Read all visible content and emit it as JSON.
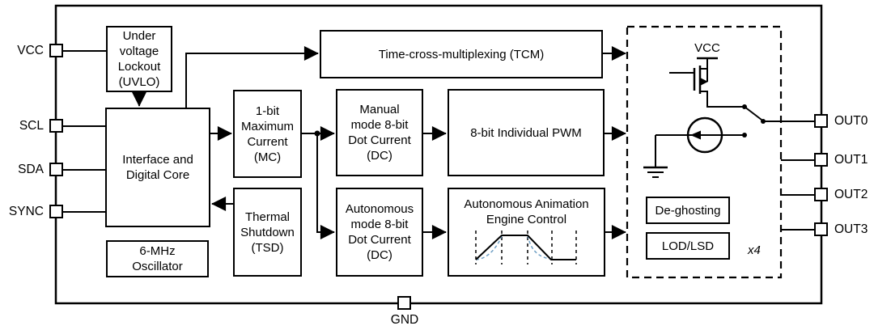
{
  "pins": {
    "left": [
      {
        "label": "VCC"
      },
      {
        "label": "SCL"
      },
      {
        "label": "SDA"
      },
      {
        "label": "SYNC"
      }
    ],
    "bottom": [
      {
        "label": "GND"
      }
    ],
    "right": [
      {
        "label": "OUT0"
      },
      {
        "label": "OUT1"
      },
      {
        "label": "OUT2"
      },
      {
        "label": "OUT3"
      }
    ]
  },
  "blocks": {
    "uvlo": "Under\nvoltage\nLockout\n(UVLO)",
    "interface": "Interface and\nDigital Core",
    "oscillator": "6-MHz\nOscillator",
    "mc": "1-bit\nMaximum\nCurrent\n(MC)",
    "tsd": "Thermal\nShutdown\n(TSD)",
    "tcm": "Time-cross-multiplexing (TCM)",
    "manual_dc": "Manual\nmode 8-bit\nDot Current\n(DC)",
    "auto_dc": "Autonomous\nmode 8-bit\nDot Current\n(DC)",
    "pwm": "8-bit Individual PWM",
    "animation": "Autonomous Animation\nEngine Control",
    "deghosting": "De-ghosting",
    "lodlsd": "LOD/LSD"
  },
  "output_stage": {
    "vcc_label": "VCC",
    "multiplier": "x4"
  },
  "colors": {
    "line": "#000000",
    "waveform_dashed": "#6f9fc4",
    "background": "#ffffff"
  }
}
